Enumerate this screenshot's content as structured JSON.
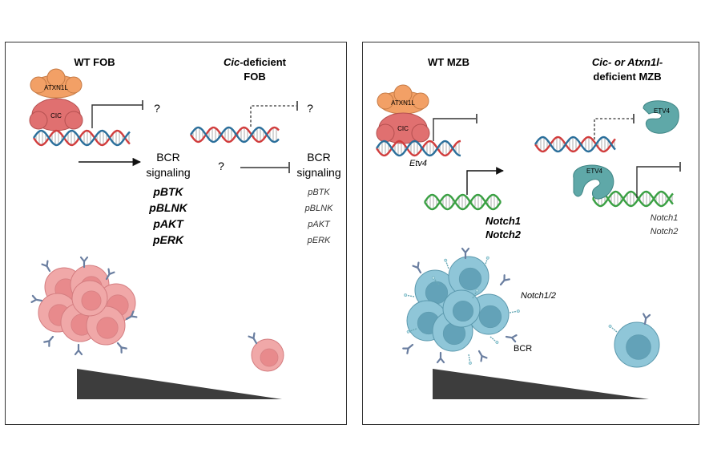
{
  "left_panel": {
    "title_wt": "WT FOB",
    "title_def_italic": "Cic",
    "title_def_rest": "-deficient",
    "title_def_line2": "FOB",
    "protein_top": "ATXN1L",
    "protein_bottom": "CIC",
    "question": "?",
    "bcr_line1": "BCR",
    "bcr_line2": "signaling",
    "markers": [
      "pBTK",
      "pBLNK",
      "pAKT",
      "pERK"
    ]
  },
  "right_panel": {
    "title_wt": "WT MZB",
    "title_def_line1": "Cic- or Atxn1l-",
    "title_def_line2": "deficient MZB",
    "protein_top": "ATXN1L",
    "protein_bottom": "CIC",
    "etv4_gene": "Etv4",
    "etv4_protein": "ETV4",
    "notch_genes": [
      "Notch1",
      "Notch2"
    ],
    "notch_receptor_label": "Notch1/2",
    "bcr_label": "BCR"
  },
  "colors": {
    "fob_cell": "#f0a8a8",
    "mzb_cell": "#8fc6d8",
    "atxn1l": "#f2a066",
    "cic": "#e07070",
    "etv4": "#5fa8a8",
    "dna_red": "#d13d3d",
    "dna_blue": "#2b6f9b",
    "dna_green": "#3aa043",
    "antibody": "#6a7ea0",
    "wedge": "#3d3d3d"
  },
  "icons": [
    "dna-helix-icon",
    "antibody-icon",
    "receptor-icon",
    "inhibition-arrow-icon",
    "activation-arrow-icon"
  ]
}
